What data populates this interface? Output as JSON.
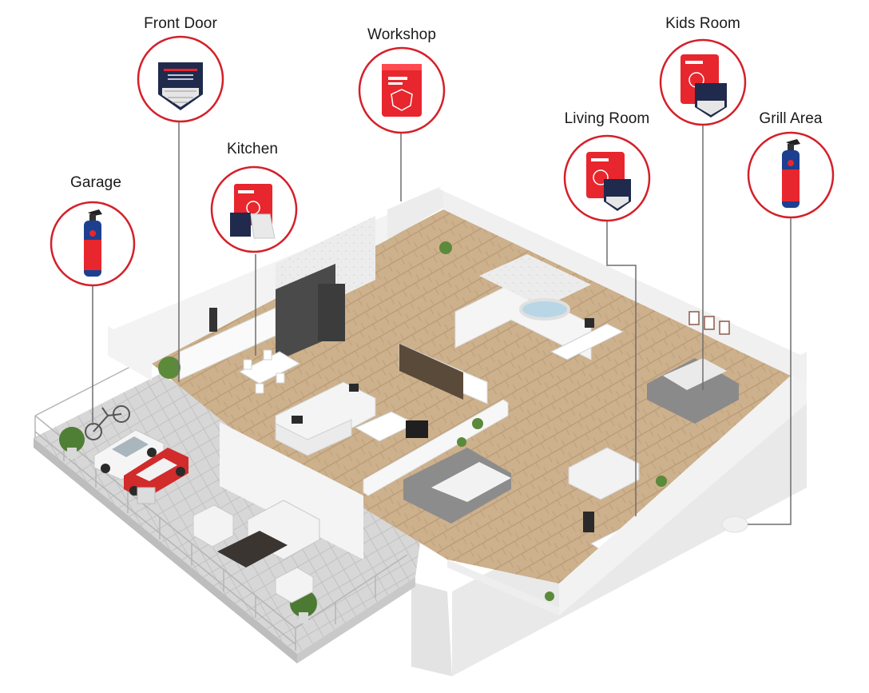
{
  "locations": [
    {
      "id": "garage",
      "label": "Garage",
      "product": "fire-extinguisher-icon"
    },
    {
      "id": "front-door",
      "label": "Front Door",
      "product": "fire-alert-sign-icon"
    },
    {
      "id": "kitchen",
      "label": "Kitchen",
      "product": "fire-blanket-kit-icon"
    },
    {
      "id": "workshop",
      "label": "Workshop",
      "product": "fire-blanket-icon"
    },
    {
      "id": "living-room",
      "label": "Living Room",
      "product": "fire-blanket-with-sign-icon"
    },
    {
      "id": "kids-room",
      "label": "Kids Room",
      "product": "fire-blanket-with-sign-icon"
    },
    {
      "id": "grill-area",
      "label": "Grill Area",
      "product": "fire-extinguisher-icon"
    }
  ],
  "colors": {
    "ring": "#d4202a",
    "product_red": "#e8262d",
    "extinguisher_blue": "#1d3f8f",
    "floor_wood": "#c9ad8a",
    "wall": "#efefef",
    "connector": "#6e6e6e"
  }
}
